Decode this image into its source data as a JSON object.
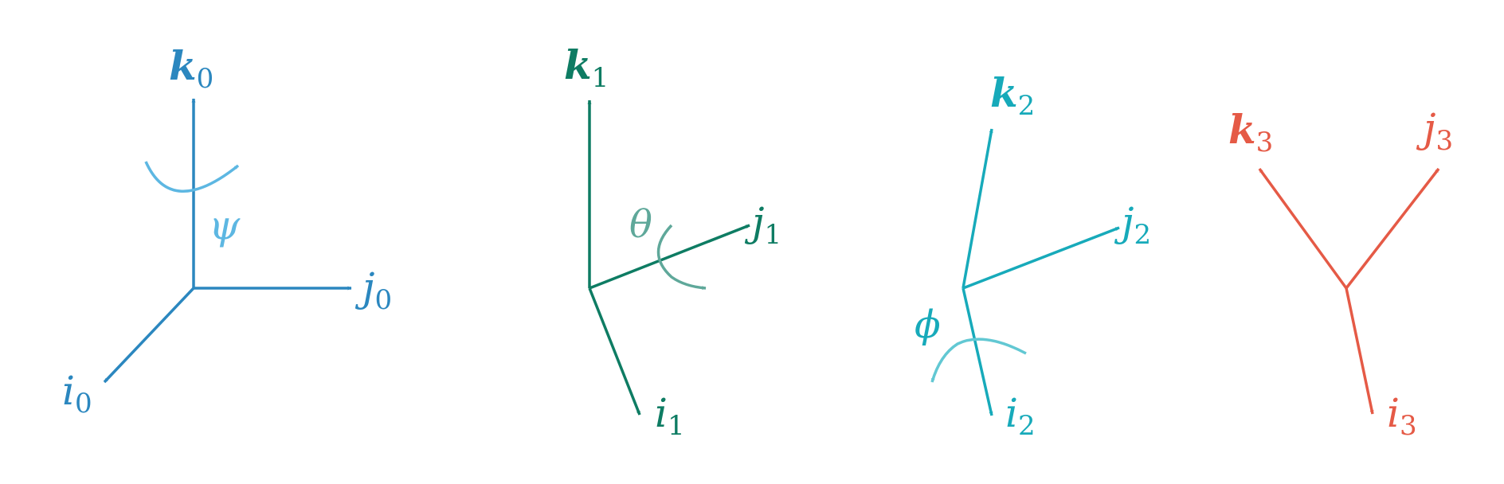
{
  "colors": {
    "frame0": "#2B87BF",
    "frame0_rot": "#5DB7E2",
    "frame1": "#0E7C63",
    "frame1_rot": "#5FA89A",
    "frame2": "#17AABA",
    "frame2_rot": "#62C8D3",
    "frame3": "#E55A46"
  },
  "frames": [
    {
      "k": "k",
      "k_sub": "0",
      "j": "j",
      "j_sub": "0",
      "i": "i",
      "i_sub": "0",
      "rotation": "ψ"
    },
    {
      "k": "k",
      "k_sub": "1",
      "j": "j",
      "j_sub": "1",
      "i": "i",
      "i_sub": "1",
      "rotation": "θ"
    },
    {
      "k": "k",
      "k_sub": "2",
      "j": "j",
      "j_sub": "2",
      "i": "i",
      "i_sub": "2",
      "rotation": "ϕ"
    },
    {
      "k": "k",
      "k_sub": "3",
      "j": "j",
      "j_sub": "3",
      "i": "i",
      "i_sub": "3"
    }
  ]
}
